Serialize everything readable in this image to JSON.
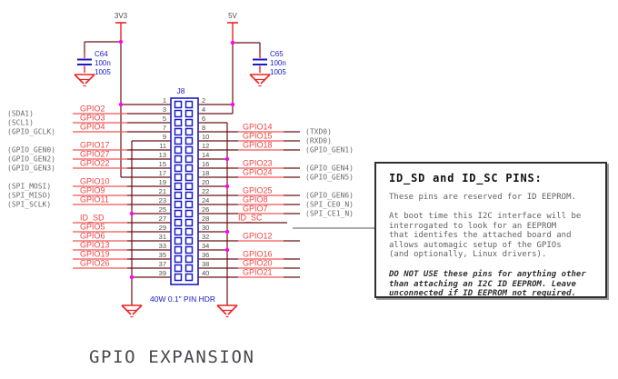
{
  "sheet_title": "GPIO EXPANSION",
  "connector": {
    "refdes": "J8",
    "type_label": "40W 0.1\" PIN HDR",
    "rows": 20
  },
  "power_flags": {
    "v33": "3V3",
    "v5": "5V"
  },
  "capacitors": [
    {
      "refdes": "C64",
      "value": "100n",
      "size": "1005"
    },
    {
      "refdes": "C65",
      "value": "100n",
      "size": "1005"
    }
  ],
  "left_pins": [
    {
      "pin": "1",
      "net": "",
      "alias": "",
      "type": "v33_dot"
    },
    {
      "pin": "3",
      "net": "GPIO2",
      "alias": "(SDA1)",
      "type": "net"
    },
    {
      "pin": "5",
      "net": "GPIO3",
      "alias": "(SCL1)",
      "type": "net"
    },
    {
      "pin": "7",
      "net": "GPIO4",
      "alias": "(GPIO_GCLK)",
      "type": "net"
    },
    {
      "pin": "9",
      "net": "",
      "alias": "",
      "type": "gnd_top"
    },
    {
      "pin": "11",
      "net": "GPIO17",
      "alias": "(GPIO_GEN0)",
      "type": "net"
    },
    {
      "pin": "13",
      "net": "GPIO27",
      "alias": "(GPIO_GEN2)",
      "type": "net"
    },
    {
      "pin": "15",
      "net": "GPIO22",
      "alias": "(GPIO_GEN3)",
      "type": "net"
    },
    {
      "pin": "17",
      "net": "",
      "alias": "",
      "type": "v33_end"
    },
    {
      "pin": "19",
      "net": "GPIO10",
      "alias": "(SPI_MOSI)",
      "type": "net"
    },
    {
      "pin": "21",
      "net": "GPIO9",
      "alias": "(SPI_MISO)",
      "type": "net"
    },
    {
      "pin": "23",
      "net": "GPIO11",
      "alias": "(SPI_SCLK)",
      "type": "net"
    },
    {
      "pin": "25",
      "net": "",
      "alias": "",
      "type": "gnd_dot"
    },
    {
      "pin": "27",
      "net": "ID_SD",
      "alias": "",
      "type": "net"
    },
    {
      "pin": "29",
      "net": "GPIO5",
      "alias": "",
      "type": "net"
    },
    {
      "pin": "31",
      "net": "GPIO6",
      "alias": "",
      "type": "net"
    },
    {
      "pin": "33",
      "net": "GPIO13",
      "alias": "",
      "type": "net"
    },
    {
      "pin": "35",
      "net": "GPIO19",
      "alias": "",
      "type": "net"
    },
    {
      "pin": "37",
      "net": "GPIO26",
      "alias": "",
      "type": "net"
    },
    {
      "pin": "39",
      "net": "",
      "alias": "",
      "type": "gnd_dot"
    }
  ],
  "right_pins": [
    {
      "pin": "2",
      "net": "",
      "alias": "",
      "type": "v5_dot"
    },
    {
      "pin": "4",
      "net": "",
      "alias": "",
      "type": "v5_end"
    },
    {
      "pin": "6",
      "net": "",
      "alias": "",
      "type": "gnd_top"
    },
    {
      "pin": "8",
      "net": "GPIO14",
      "alias": "(TXD0)",
      "type": "net"
    },
    {
      "pin": "10",
      "net": "GPIO15",
      "alias": "(RXD0)",
      "type": "net"
    },
    {
      "pin": "12",
      "net": "GPIO18",
      "alias": "(GPIO_GEN1)",
      "type": "net"
    },
    {
      "pin": "14",
      "net": "",
      "alias": "",
      "type": "gnd_dot"
    },
    {
      "pin": "16",
      "net": "GPIO23",
      "alias": "(GPIO_GEN4)",
      "type": "net"
    },
    {
      "pin": "18",
      "net": "GPIO24",
      "alias": "(GPIO_GEN5)",
      "type": "net"
    },
    {
      "pin": "20",
      "net": "",
      "alias": "",
      "type": "gnd_dot"
    },
    {
      "pin": "22",
      "net": "GPIO25",
      "alias": "(GPIO_GEN6)",
      "type": "net"
    },
    {
      "pin": "24",
      "net": "GPIO8",
      "alias": "(SPI_CE0_N)",
      "type": "net"
    },
    {
      "pin": "26",
      "net": "GPIO7",
      "alias": "(SPI_CE1_N)",
      "type": "net"
    },
    {
      "pin": "28",
      "net": "ID_SC",
      "alias": "",
      "type": "callout"
    },
    {
      "pin": "30",
      "net": "",
      "alias": "",
      "type": "gnd_dot"
    },
    {
      "pin": "32",
      "net": "GPIO12",
      "alias": "",
      "type": "net"
    },
    {
      "pin": "34",
      "net": "",
      "alias": "",
      "type": "gnd_dot"
    },
    {
      "pin": "36",
      "net": "GPIO16",
      "alias": "",
      "type": "net"
    },
    {
      "pin": "38",
      "net": "GPIO20",
      "alias": "",
      "type": "net"
    },
    {
      "pin": "40",
      "net": "GPIO21",
      "alias": "",
      "type": "net"
    }
  ],
  "note_box": {
    "title": "ID_SD and ID_SC PINS:",
    "para1": "These pins are reserved for ID EEPROM.",
    "para2_lines": [
      "At boot time this I2C interface will be",
      "interrogated to look for an EEPROM",
      "that identifes the attached board and",
      "allows automagic setup of the GPIOs",
      "(and optionally, Linux drivers)."
    ],
    "para3_lines": [
      "DO NOT USE these pins for anything other",
      "than attaching an I2C ID EEPROM. Leave",
      "unconnected if ID EEPROM not required."
    ]
  },
  "colors": {
    "wire_dark": "#6b1216",
    "wire_bright": "#f05555",
    "red_symbol": "#ee2222",
    "net_label": "#ee4343",
    "pin_number": "#4d4d4d",
    "alias_gray": "#6a6a6a",
    "blue": "#1a1ac8",
    "junction_magenta": "#ff00ff",
    "callout_gray": "#8f8f8f"
  }
}
